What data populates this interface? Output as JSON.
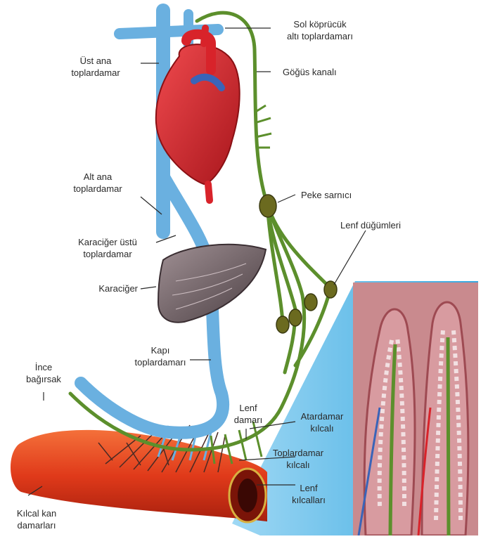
{
  "labels": {
    "ust_ana_toplardamar": [
      "Üst ana",
      "toplardamar"
    ],
    "alt_ana_toplardamar": [
      "Alt ana",
      "toplardamar"
    ],
    "karaciger_ustu_toplardamar": [
      "Karaciğer üstü",
      "toplardamar"
    ],
    "karaciger": "Karaciğer",
    "kapi_toplardamari": [
      "Kapı",
      "toplardamarı"
    ],
    "ince_bagirsak": [
      "İnce",
      "bağırsak"
    ],
    "kilcal_kan_damarlari": [
      "Kılcal kan",
      "damarları"
    ],
    "sol_koprucuk_alti_toplardamari": [
      "Sol köprücük",
      "altı toplardamarı"
    ],
    "gogus_kanali": "Göğüs kanalı",
    "peke_sarnici": "Peke sarnıcı",
    "lenf_dugumleri": "Lenf düğümleri",
    "lenf_damari": [
      "Lenf",
      "damarı"
    ],
    "atardamar_kilcali": [
      "Atardamar",
      "kılcalı"
    ],
    "toplardamar_kilcali": [
      "Toplardamar",
      "kılcalı"
    ],
    "lenf_kilcallari": [
      "Lenf",
      "kılcalları"
    ]
  },
  "colors": {
    "vein": "#6ab0e0",
    "lymph": "#5c8f2c",
    "heart": "#d8232a",
    "liver": "#7a6a6e",
    "intestine": "#e0471f",
    "villi_panel": "#c98a8e",
    "panel_blue": "#48b6e8",
    "node": "#6b6a1f"
  }
}
